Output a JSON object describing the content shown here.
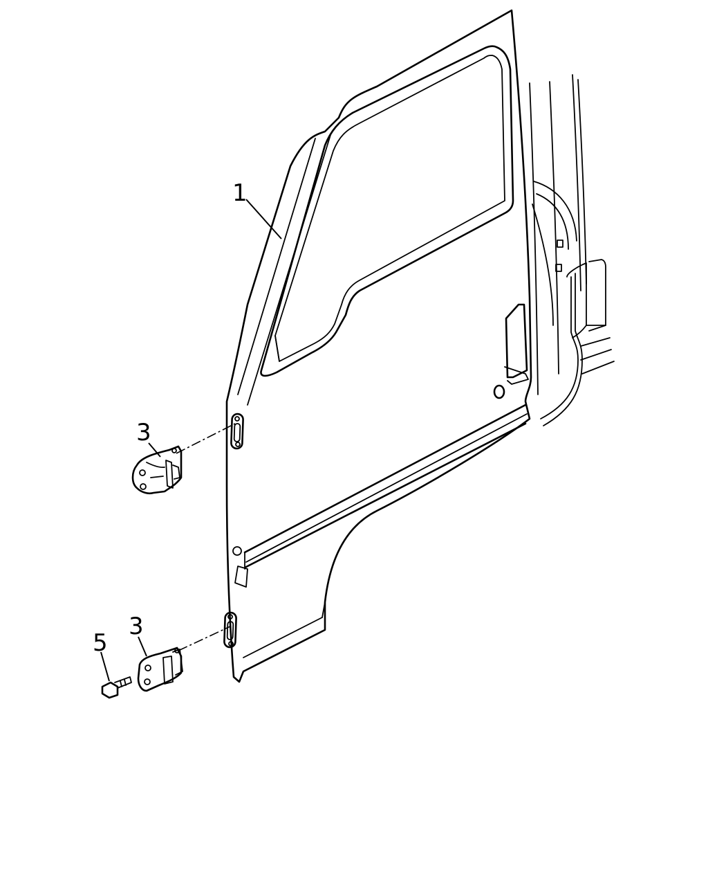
{
  "callouts": {
    "door": "1",
    "upper_hinge": "3",
    "lower_hinge": "3",
    "bolt": "5"
  }
}
